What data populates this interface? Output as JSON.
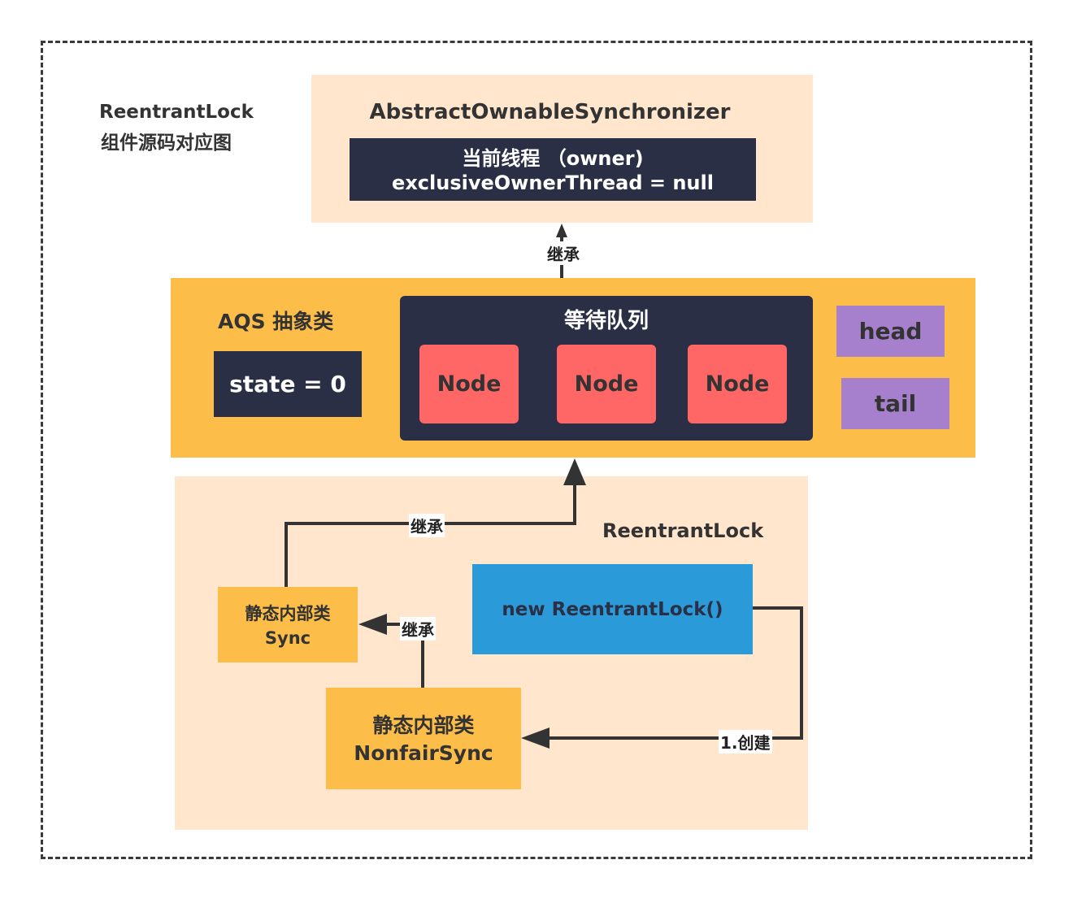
{
  "diagram_title": [
    "ReentrantLock",
    "组件源码对应图"
  ],
  "aos": {
    "title": "AbstractOwnableSynchronizer",
    "owner_line1": "当前线程 （owner)",
    "owner_line2": "exclusiveOwnerThread = null"
  },
  "inherit_label": "继承",
  "aqs": {
    "title": "AQS 抽象类",
    "state": "state = 0",
    "queue_title": "等待队列",
    "nodes": [
      "Node",
      "Node",
      "Node"
    ],
    "head": "head",
    "tail": "tail"
  },
  "reentrant": {
    "title": "ReentrantLock",
    "new_button": "new ReentrantLock()",
    "sync_line1": "静态内部类",
    "sync_line2": "Sync",
    "nonfair_line1": "静态内部类",
    "nonfair_line2": "NonfairSync",
    "create_label": "1.创建"
  },
  "colors": {
    "peach": "#ffe6cc",
    "orange": "#fdbd49",
    "navy": "#2a2f45",
    "node_red": "#ff6666",
    "pointer_purple": "#a680cc",
    "blue": "#2a9ad8",
    "line": "#333333"
  }
}
